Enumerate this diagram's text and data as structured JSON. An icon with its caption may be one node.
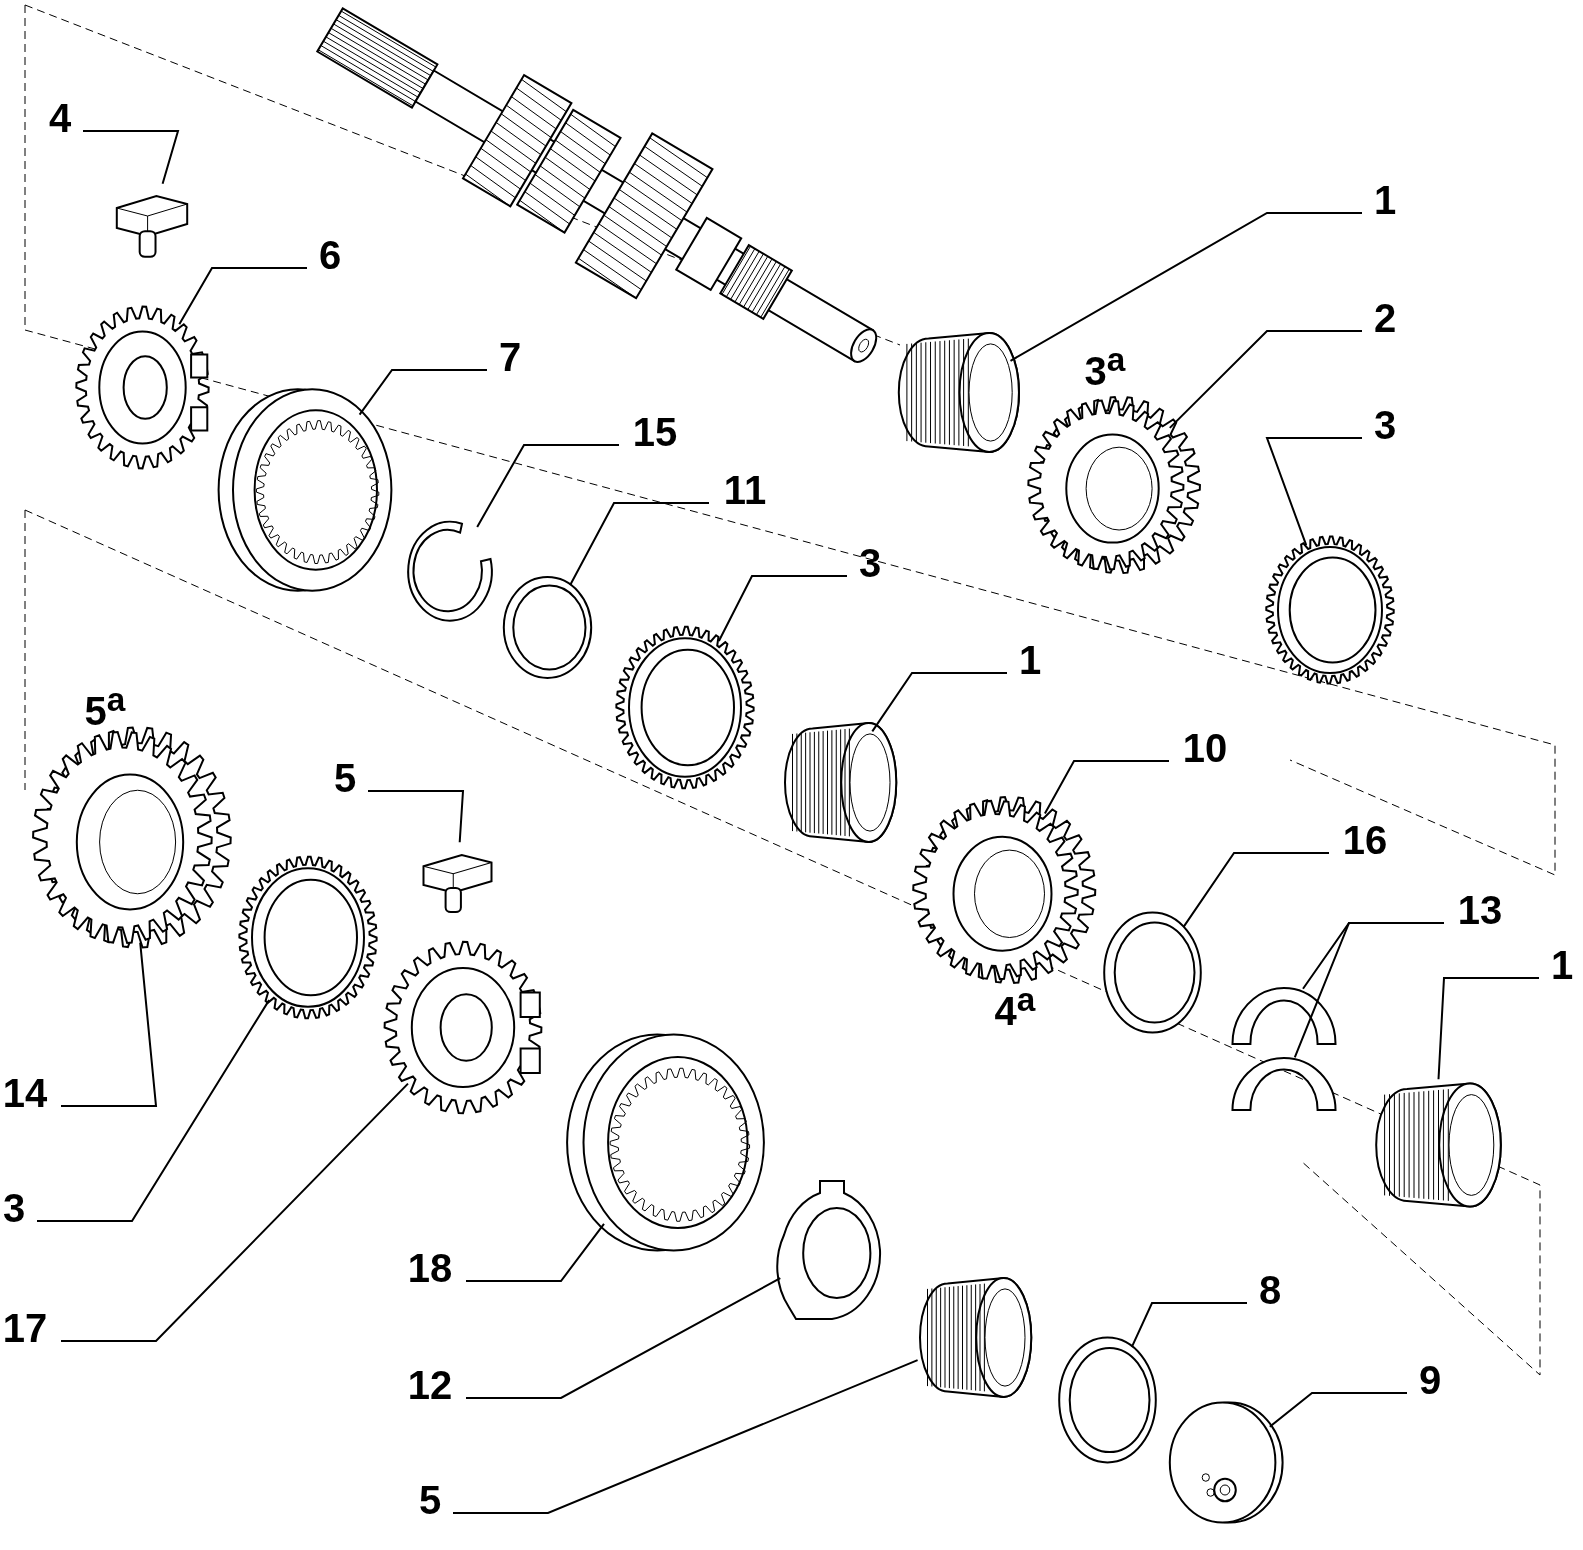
{
  "diagram": {
    "nodes": [
      {
        "text": [
          "4"
        ]
      },
      {
        "text": [],
        "shape": "key"
      },
      {
        "text": [
          "6"
        ]
      },
      {
        "text": [],
        "shape": "hub"
      },
      {
        "text": [
          "7"
        ]
      },
      {
        "text": [],
        "shape": "sleeve"
      },
      {
        "text": [
          "15"
        ]
      },
      {
        "text": [],
        "shape": "clip"
      },
      {
        "text": [
          "11"
        ]
      },
      {
        "text": [],
        "shape": "ring"
      },
      {
        "text": [
          "3"
        ]
      },
      {
        "text": [],
        "shape": "crown"
      },
      {
        "text": [
          "1"
        ]
      },
      {
        "text": [],
        "shape": "cylinder"
      },
      {
        "text": [
          "2"
        ]
      },
      {
        "text": [],
        "shape": "gear"
      },
      {
        "text": [
          "3"
        ]
      },
      {
        "text": [],
        "shape": "crown"
      },
      {
        "text": [
          "1"
        ]
      },
      {
        "text": [],
        "shape": "cylinder"
      },
      {
        "text": [
          "10"
        ]
      },
      {
        "text": [],
        "shape": "gear"
      },
      {
        "text": [
          "16"
        ]
      },
      {
        "text": [],
        "shape": "ring"
      },
      {
        "text": [
          "13"
        ]
      },
      {
        "text": [],
        "shape": "halfring"
      },
      {
        "text": [],
        "shape": "halfring"
      },
      {
        "text": [
          "1"
        ]
      },
      {
        "text": [],
        "shape": "cylinder"
      },
      {
        "text": [
          "14"
        ]
      },
      {
        "text": [],
        "shape": "gear"
      },
      {
        "text": [
          "5"
        ]
      },
      {
        "text": [],
        "shape": "key"
      },
      {
        "text": [
          "3"
        ]
      },
      {
        "text": [],
        "shape": "crown"
      },
      {
        "text": [
          "17"
        ]
      },
      {
        "text": [],
        "shape": "hub"
      },
      {
        "text": [
          "18"
        ]
      },
      {
        "text": [],
        "shape": "sleeve"
      },
      {
        "text": [
          "12"
        ]
      },
      {
        "text": [],
        "shape": "plate"
      },
      {
        "text": [
          "8"
        ]
      },
      {
        "text": [],
        "shape": "ring"
      },
      {
        "text": [
          "9"
        ]
      },
      {
        "text": [],
        "shape": "disc"
      },
      {
        "text": [
          "5"
        ]
      },
      {
        "text": [],
        "shape": "cylinder"
      }
    ],
    "edges": [
      {
        "from": 0,
        "to": 1,
        "arrow": "none"
      },
      {
        "from": 2,
        "to": 3,
        "arrow": "none"
      },
      {
        "from": 4,
        "to": 5,
        "arrow": "none"
      },
      {
        "from": 6,
        "to": 7,
        "arrow": "none"
      },
      {
        "from": 8,
        "to": 9,
        "arrow": "none"
      },
      {
        "from": 10,
        "to": 11,
        "arrow": "none"
      },
      {
        "from": 12,
        "to": 13,
        "arrow": "none"
      },
      {
        "from": 14,
        "to": 15,
        "arrow": "none"
      },
      {
        "from": 16,
        "to": 17,
        "arrow": "none"
      },
      {
        "from": 18,
        "to": 19,
        "arrow": "none"
      },
      {
        "from": 20,
        "to": 21,
        "arrow": "none"
      },
      {
        "from": 22,
        "to": 23,
        "arrow": "none"
      },
      {
        "from": 24,
        "to": 25,
        "arrow": "none"
      },
      {
        "from": 24,
        "to": 26,
        "arrow": "none"
      },
      {
        "from": 27,
        "to": 28,
        "arrow": "none"
      },
      {
        "from": 29,
        "to": 30,
        "arrow": "none"
      },
      {
        "from": 31,
        "to": 32,
        "arrow": "none"
      },
      {
        "from": 33,
        "to": 34,
        "arrow": "none"
      },
      {
        "from": 35,
        "to": 36,
        "arrow": "none"
      },
      {
        "from": 37,
        "to": 38,
        "arrow": "none"
      },
      {
        "from": 39,
        "to": 40,
        "arrow": "none"
      },
      {
        "from": 41,
        "to": 42,
        "arrow": "none"
      },
      {
        "from": 43,
        "to": 44,
        "arrow": "none"
      },
      {
        "from": 45,
        "to": 46,
        "arrow": "none"
      }
    ],
    "labels": [
      "3$^{a}$",
      "4$^{a}$",
      "5$^{a}$"
    ]
  }
}
